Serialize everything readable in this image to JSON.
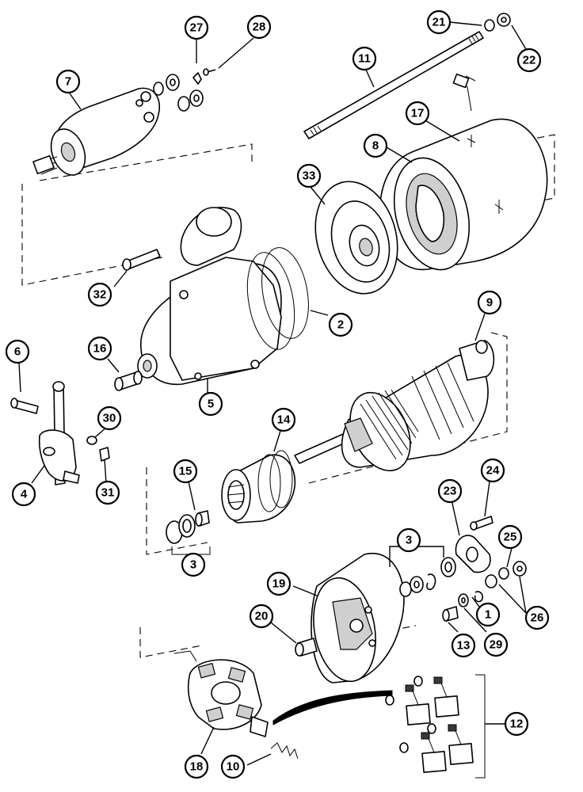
{
  "diagram": {
    "callouts": [
      {
        "id": "c7",
        "label": "7"
      },
      {
        "id": "c27",
        "label": "27"
      },
      {
        "id": "c28",
        "label": "28"
      },
      {
        "id": "c21",
        "label": "21"
      },
      {
        "id": "c22",
        "label": "22"
      },
      {
        "id": "c11",
        "label": "11"
      },
      {
        "id": "c17",
        "label": "17"
      },
      {
        "id": "c8",
        "label": "8"
      },
      {
        "id": "c33",
        "label": "33"
      },
      {
        "id": "c32",
        "label": "32"
      },
      {
        "id": "c2",
        "label": "2"
      },
      {
        "id": "c9",
        "label": "9"
      },
      {
        "id": "c6",
        "label": "6"
      },
      {
        "id": "c16",
        "label": "16"
      },
      {
        "id": "c5",
        "label": "5"
      },
      {
        "id": "c14",
        "label": "14"
      },
      {
        "id": "c30",
        "label": "30"
      },
      {
        "id": "c31",
        "label": "31"
      },
      {
        "id": "c4",
        "label": "4"
      },
      {
        "id": "c15",
        "label": "15"
      },
      {
        "id": "c24",
        "label": "24"
      },
      {
        "id": "c23",
        "label": "23"
      },
      {
        "id": "c3a",
        "label": "3"
      },
      {
        "id": "c25",
        "label": "25"
      },
      {
        "id": "c3b",
        "label": "3"
      },
      {
        "id": "c19",
        "label": "19"
      },
      {
        "id": "c1",
        "label": "1"
      },
      {
        "id": "c26",
        "label": "26"
      },
      {
        "id": "c20",
        "label": "20"
      },
      {
        "id": "c13",
        "label": "13"
      },
      {
        "id": "c29",
        "label": "29"
      },
      {
        "id": "c12",
        "label": "12"
      },
      {
        "id": "c18",
        "label": "18"
      },
      {
        "id": "c10",
        "label": "10"
      }
    ]
  }
}
